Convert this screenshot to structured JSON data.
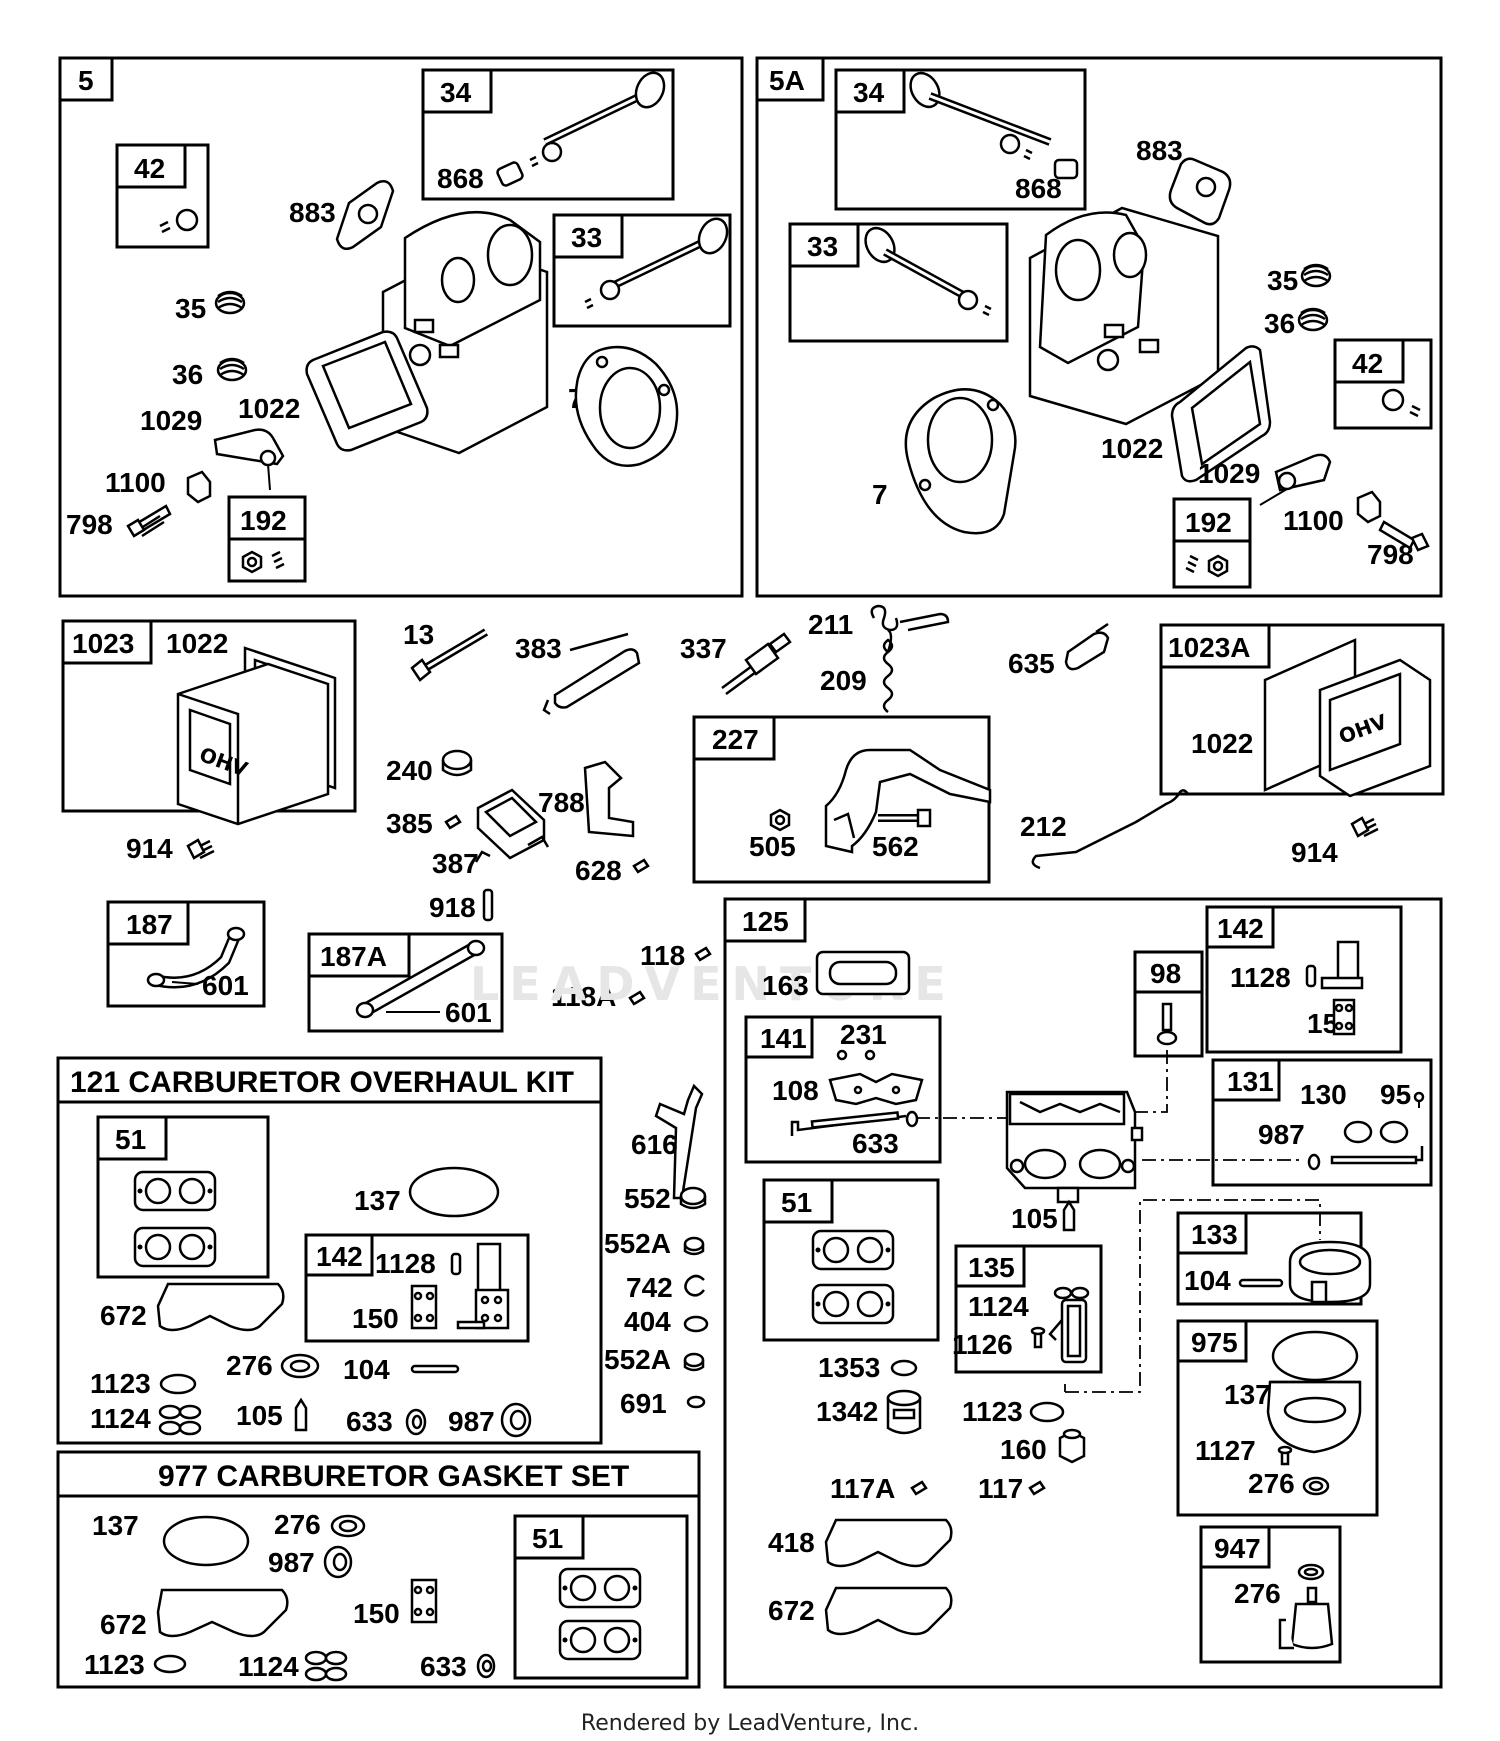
{
  "labels": {
    "b5_tag": "5",
    "b5_34": "34",
    "b5_868": "868",
    "b5_42": "42",
    "b5_883": "883",
    "b5_33": "33",
    "b5_35": "35",
    "b5_36": "36",
    "b5_7": "7",
    "b5_1029": "1029",
    "b5_1022": "1022",
    "b5_1100": "1100",
    "b5_798": "798",
    "b5_192": "192",
    "b5a_tag": "5A",
    "b5a_34": "34",
    "b5a_868": "868",
    "b5a_883": "883",
    "b5a_33": "33",
    "b5a_35": "35",
    "b5a_36": "36",
    "b5a_42": "42",
    "b5a_1022": "1022",
    "b5a_7": "7",
    "b5a_1029": "1029",
    "b5a_192": "192",
    "b5a_1100": "1100",
    "b5a_798": "798",
    "b1023_tag": "1023",
    "b1023_1022": "1022",
    "l_914a": "914",
    "l_13": "13",
    "l_383": "383",
    "l_337": "337",
    "l_211": "211",
    "l_209": "209",
    "l_635": "635",
    "b1023a_tag": "1023A",
    "b1023a_1022": "1022",
    "l_914b": "914",
    "l_240": "240",
    "l_385": "385",
    "l_387": "387",
    "l_788": "788",
    "l_628": "628",
    "l_918": "918",
    "b227_tag": "227",
    "b227_505": "505",
    "b227_562": "562",
    "l_212": "212",
    "b187_tag": "187",
    "b187_601": "601",
    "b187a_tag": "187A",
    "b187a_601": "601",
    "l_118": "118",
    "l_118a": "118A",
    "b121_title": "121 CARBURETOR OVERHAUL KIT",
    "b121_51": "51",
    "b121_137": "137",
    "b121_672": "672",
    "b121_142": "142",
    "b121_1128": "1128",
    "b121_150": "150",
    "b121_1123": "1123",
    "b121_276": "276",
    "b121_104": "104",
    "b121_1124": "1124",
    "b121_105": "105",
    "b121_633": "633",
    "b121_987": "987",
    "l_616": "616",
    "l_552": "552",
    "l_552a1": "552A",
    "l_742": "742",
    "l_404": "404",
    "l_552a2": "552A",
    "l_691": "691",
    "b977_title": "977 CARBURETOR GASKET SET",
    "b977_137": "137",
    "b977_276": "276",
    "b977_987": "987",
    "b977_51": "51",
    "b977_672": "672",
    "b977_150": "150",
    "b977_1123": "1123",
    "b977_1124": "1124",
    "b977_633": "633",
    "b125_tag": "125",
    "b125_163": "163",
    "b125_141": "141",
    "b125_231": "231",
    "b125_108": "108",
    "b125_633": "633",
    "b125_98": "98",
    "b125_142": "142",
    "b125_1128": "1128",
    "b125_150": "150",
    "b125_131": "131",
    "b125_130": "130",
    "b125_95": "95",
    "b125_987": "987",
    "b125_105": "105",
    "b125_51": "51",
    "b125_135": "135",
    "b125_1124": "1124",
    "b125_1126": "1126",
    "b125_133": "133",
    "b125_104": "104",
    "b125_1353": "1353",
    "b125_1342": "1342",
    "b125_1123": "1123",
    "b125_160": "160",
    "b125_975": "975",
    "b125_137": "137",
    "b125_1127": "1127",
    "b125_276a": "276",
    "b125_117a": "117A",
    "b125_117": "117",
    "b125_418": "418",
    "b125_672": "672",
    "b125_947": "947",
    "b125_276b": "276"
  },
  "watermark": "LEADVENTURE",
  "footer": "Rendered by LeadVenture, Inc."
}
